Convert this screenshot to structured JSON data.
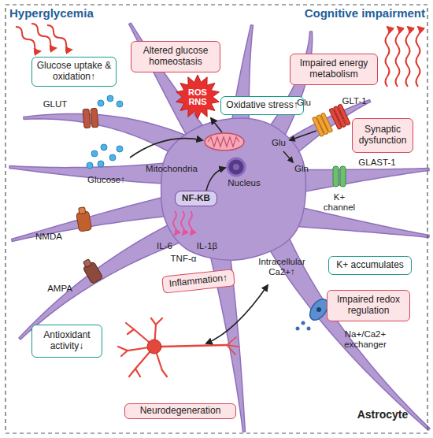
{
  "diagram": {
    "nodes": [
      {
        "text": [
          "Altered glucose homeostasis"
        ]
      },
      {
        "text": [
          "Impaired energy metabolism"
        ]
      },
      {
        "text": [
          "Glucose uptake & oxidation↑"
        ]
      },
      {
        "text": [
          "ROS RNS"
        ]
      },
      {
        "text": [
          "Oxidative stress↑"
        ]
      },
      {
        "text": [
          "Synaptic dysfunction"
        ]
      },
      {
        "text": [
          "NF-KB"
        ]
      },
      {
        "text": [
          "K+ accumulates"
        ]
      },
      {
        "text": [
          "Impaired redox regulation"
        ]
      },
      {
        "text": [
          "Inflammation↑"
        ]
      },
      {
        "text": [
          "Antioxidant activity↓"
        ]
      },
      {
        "text": [
          "Neurodegeneration"
        ]
      }
    ],
    "labels": [
      "Hyperglycemia",
      "Cognitive impairment",
      "GLUT",
      "Glu",
      "GLT-1",
      "GLAST-1",
      "Glu",
      "Gln",
      "Mitochondria",
      "Nucleus",
      "Glucose↑",
      "K+ channel",
      "NMDA",
      "IL-6",
      "IL-1β",
      "TNF-α",
      "AMPA",
      "Intracellular Ca2+↑",
      "Na+/Ca2+ exchanger",
      "Astrocyte"
    ]
  }
}
